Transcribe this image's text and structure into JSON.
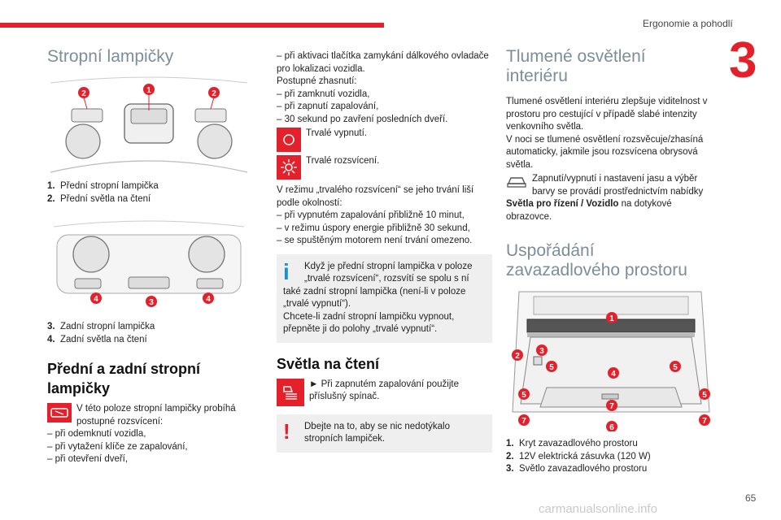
{
  "header": {
    "chapter_title": "Ergonomie a pohodlí",
    "chapter_number": "3",
    "page_number": "65",
    "watermark": "carmanualsonline.info",
    "accent": "#e4212b"
  },
  "col1": {
    "title": "Stropní lampičky",
    "fig1_badges": [
      "2",
      "1",
      "2"
    ],
    "legend1": [
      {
        "num": "1.",
        "text": "Přední stropní lampička"
      },
      {
        "num": "2.",
        "text": "Přední světla na čtení"
      }
    ],
    "fig2_badges": [
      "4",
      "3",
      "4"
    ],
    "legend2": [
      {
        "num": "3.",
        "text": "Zadní stropní lampička"
      },
      {
        "num": "4.",
        "text": "Zadní světla na čtení"
      }
    ],
    "section_title": "Přední a zadní stropní lampičky",
    "icon_text": "V této poloze stropní lampičky probíhá postupné rozsvícení:",
    "lines": [
      "– při odemknutí vozidla,",
      "– při vytažení klíče ze zapalování,",
      "– při otevření dveří,"
    ]
  },
  "col2": {
    "lines_top": [
      "– při aktivaci tlačítka zamykání dálkového ovladače pro lokalizaci vozidla.",
      "Postupné zhasnutí:",
      "– při zamknutí vozidla,",
      "– při zapnutí zapalování,",
      "– 30 sekund po zavření posledních dveří."
    ],
    "off_label": "Trvalé vypnutí.",
    "on_label": "Trvalé rozsvícení.",
    "lines_mid": [
      "V režimu „trvalého rozsvícení“ se jeho trvání liší podle okolností:",
      "– při vypnutém zapalování přibližně 10 minut,",
      "– v režimu úspory energie přibližně 30 sekund,",
      "– se spuštěným motorem není trvání omezeno."
    ],
    "info_text": "Když je přední stropní lampička v poloze „trvalé rozsvícení“, rozsvítí se spolu s ní také zadní stropní lampička (není-li v poloze „trvalé vypnutí“).",
    "info_text2": "Chcete-li zadní stropní lampičku vypnout, přepněte ji do polohy „trvalé vypnutí“.",
    "section_title": "Světla na čtení",
    "reading_text": "► Při zapnutém zapalování použijte příslušný spínač.",
    "warning_text": "Dbejte na to, aby se nic nedotýkalo stropních lampiček."
  },
  "col3": {
    "title": "Tlumené osvětlení interiéru",
    "para1": "Tlumené osvětlení interiéru zlepšuje viditelnost v prostoru pro cestující v případě slabé intenzity venkovního světla.",
    "para2": "V noci se tlumené osvětlení rozsvěcuje/zhasíná automaticky, jakmile jsou rozsvícena obrysová světla.",
    "nav_text": "Zapnutí/vypnutí i nastavení jasu a výběr barvy se provádí prostřednictvím nabídky",
    "nav_bold": "Světla pro řízení / Vozidlo",
    "nav_tail": " na dotykové obrazovce.",
    "title2": "Uspořádání zavazadlového prostoru",
    "fig_badges": [
      "1",
      "2",
      "3",
      "4",
      "5",
      "5",
      "5",
      "5",
      "6",
      "7",
      "7",
      "7"
    ],
    "legend": [
      {
        "num": "1.",
        "text": "Kryt zavazadlového prostoru"
      },
      {
        "num": "2.",
        "text": "12V elektrická zásuvka (120 W)"
      },
      {
        "num": "3.",
        "text": "Světlo zavazadlového prostoru"
      }
    ]
  }
}
